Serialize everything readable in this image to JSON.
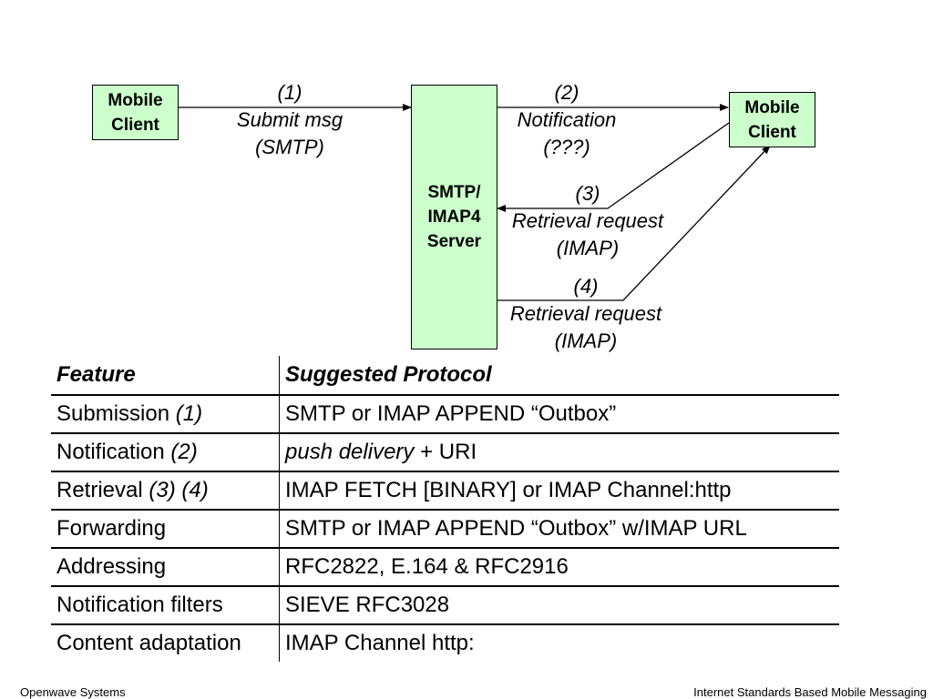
{
  "diagram": {
    "client_left": [
      "Mobile",
      "Client"
    ],
    "client_right": [
      "Mobile",
      "Client"
    ],
    "server": [
      "SMTP/",
      "IMAP4",
      "Server"
    ],
    "step1": [
      "(1)",
      "Submit msg",
      "(SMTP)"
    ],
    "step2": [
      "(2)",
      "Notification",
      "(???)"
    ],
    "step3": [
      "(3)",
      "Retrieval request",
      "(IMAP)"
    ],
    "step4": [
      "(4)",
      "Retrieval request",
      "(IMAP)"
    ]
  },
  "table": {
    "headers": [
      "Feature",
      "Suggested Protocol"
    ],
    "rows": [
      {
        "feature": "Submission ",
        "feature_ref": "(1)",
        "protocol_em": "",
        "protocol": "SMTP or IMAP APPEND “Outbox”"
      },
      {
        "feature": "Notification ",
        "feature_ref": "(2)",
        "protocol_em": "push delivery",
        "protocol": " + URI"
      },
      {
        "feature": "Retrieval ",
        "feature_ref": "(3) (4)",
        "protocol_em": "",
        "protocol": "IMAP FETCH [BINARY] or IMAP Channel:http"
      },
      {
        "feature": "Forwarding",
        "feature_ref": "",
        "protocol_em": "",
        "protocol": "SMTP or IMAP APPEND “Outbox” w/IMAP URL"
      },
      {
        "feature": "Addressing",
        "feature_ref": "",
        "protocol_em": "",
        "protocol": "RFC2822, E.164 & RFC2916"
      },
      {
        "feature": "Notification filters",
        "feature_ref": "",
        "protocol_em": "",
        "protocol": "SIEVE RFC3028"
      },
      {
        "feature": "Content adaptation",
        "feature_ref": "",
        "protocol_em": "",
        "protocol": "IMAP Channel http:"
      }
    ]
  },
  "footer": {
    "left": "Openwave Systems",
    "right": "Internet Standards Based Mobile Messaging"
  }
}
